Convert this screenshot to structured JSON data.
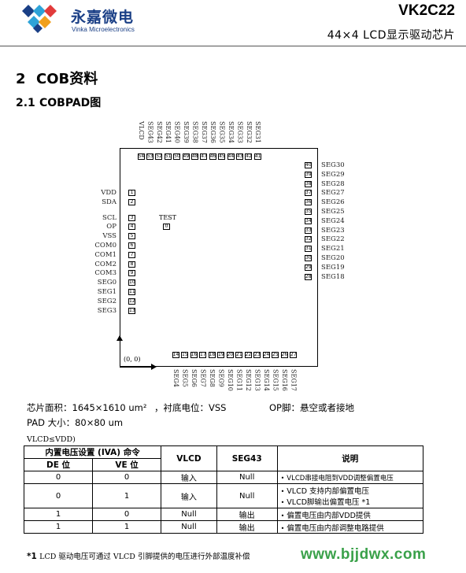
{
  "header": {
    "brand_cn": "永嘉微电",
    "brand_en": "Vinka Microelectronics",
    "model": "VK2C22",
    "subtitle": "44×4 LCD显示驱动芯片",
    "brand_color": "#1a3f86",
    "logo_colors": [
      "#1a3f86",
      "#2ea3d8",
      "#e23b3b",
      "#f1a01e"
    ]
  },
  "section": {
    "num": "2",
    "title": "COB资料"
  },
  "subsection": {
    "num": "2.1",
    "title": "COBPAD图"
  },
  "diagram": {
    "top_labels": [
      "VLCD",
      "SEG43",
      "SEG42",
      "SEG41",
      "SEG40",
      "SEG39",
      "SEG38",
      "SEG37",
      "SEG36",
      "SEG35",
      "SEG34",
      "SEG33",
      "SEG32",
      "SEG31"
    ],
    "top_pads": [
      "54",
      "53",
      "52",
      "51",
      "50",
      "49",
      "48",
      "47",
      "46",
      "45",
      "44",
      "43",
      "42",
      "41"
    ],
    "left_labels": [
      "VDD",
      "SDA",
      "SCL",
      "OP",
      "VSS",
      "COM0",
      "COM1",
      "COM2",
      "COM3",
      "SEG0",
      "SEG1",
      "SEG2",
      "SEG3"
    ],
    "left_pads": [
      "1",
      "2",
      "3",
      "4",
      "5",
      "6",
      "7",
      "8",
      "9",
      "10",
      "11",
      "12",
      "13"
    ],
    "right_labels": [
      "SEG30",
      "SEG29",
      "SEG28",
      "SEG27",
      "SEG26",
      "SEG25",
      "SEG24",
      "SEG23",
      "SEG22",
      "SEG21",
      "SEG20",
      "SEG19",
      "SEG18"
    ],
    "right_pads": [
      "40",
      "39",
      "38",
      "37",
      "36",
      "35",
      "34",
      "33",
      "32",
      "31",
      "30",
      "29",
      "28"
    ],
    "bottom_labels": [
      "SEG4",
      "SEG5",
      "SEG6",
      "SEG7",
      "SEG8",
      "SEG9",
      "SEG10",
      "SEG11",
      "SEG12",
      "SEG13",
      "SEG14",
      "SEG15",
      "SEG16",
      "SEG17"
    ],
    "bottom_pads": [
      "14",
      "15",
      "16",
      "17",
      "18",
      "19",
      "20",
      "21",
      "22",
      "23",
      "24",
      "25",
      "26",
      "27"
    ],
    "test_label": "TEST",
    "test_pad": "0",
    "origin": "(0, 0)"
  },
  "info": {
    "line1a": "芯片面积：1645×1610 um²",
    "line1b": "，衬底电位：VSS",
    "line1c": "OP脚：悬空或者接地",
    "line2": "PAD 大小：80×80 um"
  },
  "table": {
    "caption": "VLCD≤VDD)",
    "group_header": "内置电压设置 (IVA) 命令",
    "col_de": "DE 位",
    "col_ve": "VE 位",
    "col_vlcd": "VLCD",
    "col_seg43": "SEG43",
    "col_desc": "说明",
    "rows": [
      {
        "de": "0",
        "ve": "0",
        "vlcd": "输入",
        "seg43": "Null",
        "desc": [
          "VLCD串接电阻到VDD调整偏置电压"
        ]
      },
      {
        "de": "0",
        "ve": "1",
        "vlcd": "输入",
        "seg43": "Null",
        "desc": [
          "VLCD 支持内部偏置电压",
          "VLCD脚输出偏置电压 *1"
        ]
      },
      {
        "de": "1",
        "ve": "0",
        "vlcd": "Null",
        "seg43": "输出",
        "desc": [
          "偏置电压由内部VDD提供"
        ]
      },
      {
        "de": "1",
        "ve": "1",
        "vlcd": "Null",
        "seg43": "输出",
        "desc": [
          "偏置电压由内部调整电路提供"
        ]
      }
    ]
  },
  "footnote": {
    "mark": "*1",
    "text": "LCD 驱动电压可通过 VLCD 引脚提供的电压进行外部温度补偿"
  },
  "watermark": {
    "text": "www.bjjdwx.com",
    "color": "#3aa14a"
  }
}
